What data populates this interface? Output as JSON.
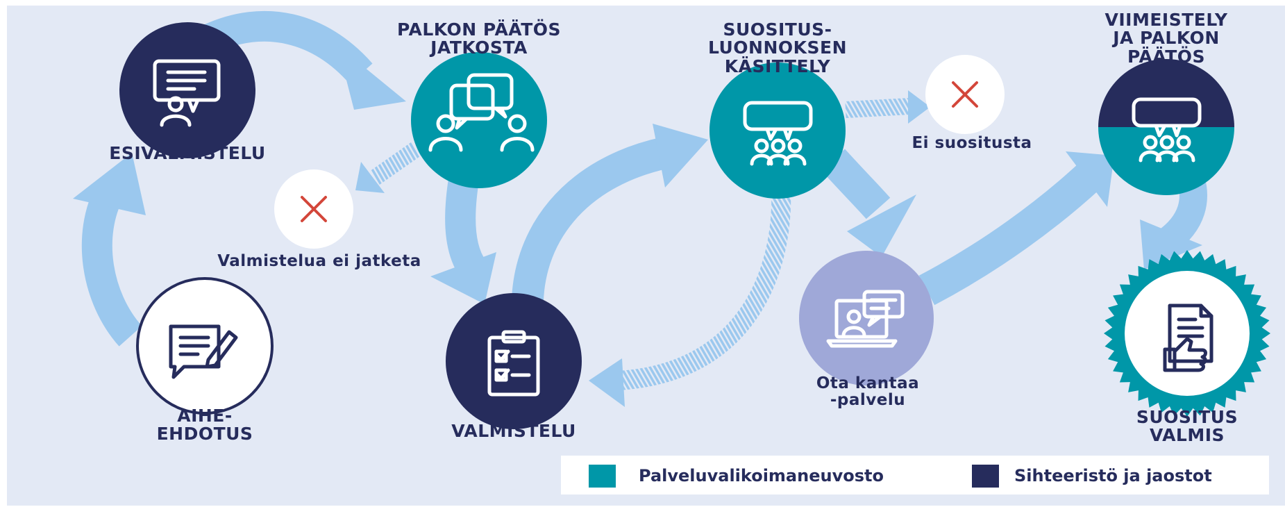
{
  "colors": {
    "teal": "#0097a8",
    "navy": "#262c5c",
    "lavender": "#9fa8d8",
    "arrow": "#9bc8ee",
    "reject": "#d3463a",
    "background": "#e3e9f5"
  },
  "nodes": {
    "esivalmistelu": {
      "label": "ESIVALMISTELU",
      "icon": "presentation-icon"
    },
    "palkon_paatos": {
      "label_lines": [
        "PALKON PÄÄTÖS",
        "JATKOSTA"
      ],
      "icon": "discussion-icon"
    },
    "suositusluonnos": {
      "label_lines": [
        "SUOSITUS-",
        "LUONNOKSEN",
        "KÄSITTELY"
      ],
      "icon": "group-meeting-icon"
    },
    "viimeistely": {
      "label_lines": [
        "VIIMEISTELY",
        "JA PALKON",
        "PÄÄTÖS"
      ],
      "icon": "group-meeting-icon"
    },
    "aihe_ehdotus": {
      "label_lines": [
        "AIHE-",
        "EHDOTUS"
      ],
      "icon": "edit-message-icon"
    },
    "valmistelu": {
      "label": "VALMISTELU",
      "icon": "checklist-icon"
    },
    "ota_kantaa": {
      "label_lines": [
        "Ota kantaa",
        "-palvelu"
      ],
      "icon": "laptop-chat-icon"
    },
    "suositus_valmis": {
      "label_lines": [
        "SUOSITUS",
        "VALMIS"
      ],
      "icon": "document-approved-icon"
    }
  },
  "outcomes": {
    "valmistelua_ei_jatketa": {
      "label": "Valmistelua ei jatketa",
      "icon": "cross-icon"
    },
    "ei_suositusta": {
      "label": "Ei suositusta",
      "icon": "cross-icon"
    }
  },
  "legend": {
    "items": [
      {
        "label": "Palveluvalikoimaneuvosto",
        "color": "#0097a8"
      },
      {
        "label": "Sihteeristö ja jaostot",
        "color": "#262c5c"
      }
    ]
  }
}
